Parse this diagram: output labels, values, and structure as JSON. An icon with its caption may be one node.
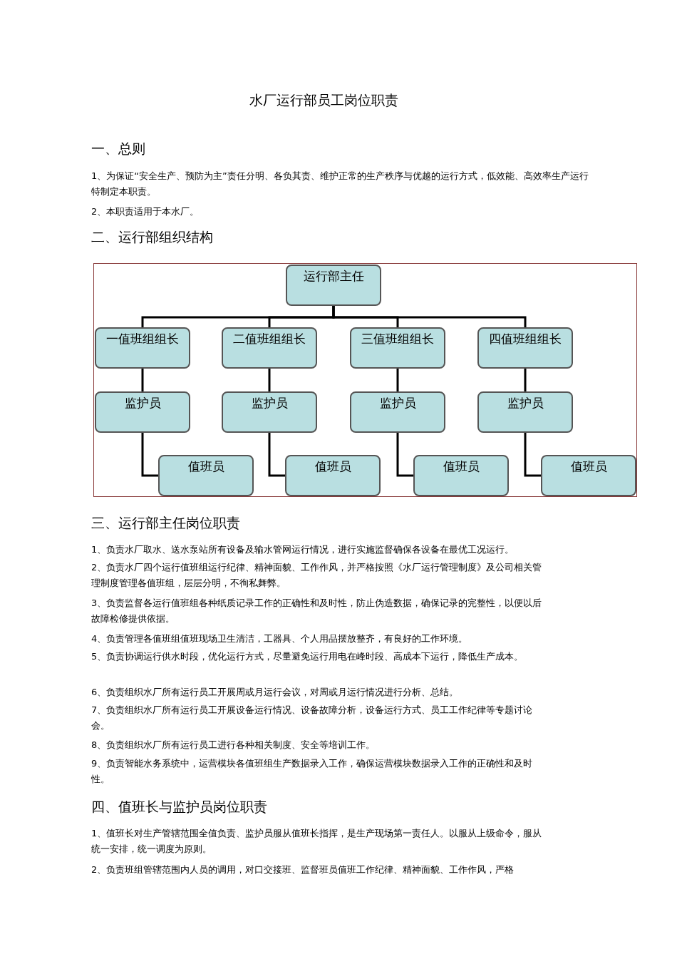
{
  "diagram": {
    "title": "水厂运行部员工岗位职责",
    "nodes": [
      {
        "text": [
          "运行部主任"
        ]
      },
      {
        "text": [
          "一值班组组长"
        ]
      },
      {
        "text": [
          "二值班组组长"
        ]
      },
      {
        "text": [
          "三值班组组长"
        ]
      },
      {
        "text": [
          "四值班组组长"
        ]
      },
      {
        "text": [
          "监护员"
        ]
      },
      {
        "text": [
          "监护员"
        ]
      },
      {
        "text": [
          "监护员"
        ]
      },
      {
        "text": [
          "监护员"
        ]
      },
      {
        "text": [
          "值班员"
        ]
      },
      {
        "text": [
          "值班员"
        ]
      },
      {
        "text": [
          "值班员"
        ]
      },
      {
        "text": [
          "值班员"
        ]
      }
    ],
    "edges": [
      {
        "from": 0,
        "to": 1,
        "arrow": "none"
      },
      {
        "from": 0,
        "to": 2,
        "arrow": "none"
      },
      {
        "from": 0,
        "to": 3,
        "arrow": "none"
      },
      {
        "from": 0,
        "to": 4,
        "arrow": "none"
      },
      {
        "from": 1,
        "to": 5,
        "arrow": "none"
      },
      {
        "from": 2,
        "to": 6,
        "arrow": "none"
      },
      {
        "from": 3,
        "to": 7,
        "arrow": "none"
      },
      {
        "from": 4,
        "to": 8,
        "arrow": "none"
      },
      {
        "from": 5,
        "to": 9,
        "arrow": "none"
      },
      {
        "from": 6,
        "to": 10,
        "arrow": "none"
      },
      {
        "from": 7,
        "to": 11,
        "arrow": "none"
      },
      {
        "from": 8,
        "to": 12,
        "arrow": "none"
      }
    ],
    "labels": [
      "一、总则",
      "1、为保证“安全生产、预防为主”责任分明、各负其责、维护正常的生产秩序与优越的运行方式，低效能、高效率生产运行特制定本职责。",
      "2、本职责适用于本水厂。",
      "二、运行部组织结构",
      "三、运行部主任岗位职责",
      "1、负责水厂取水、送水泵站所有设备及输水管网运行情况，进行实施监督确保各设备在最优工况运行。",
      "2、负责水厂四个运行值班组运行纪律、精神面貌、工作作风，并严格按照《水厂运行管理制度》及公司相关管理制度管理各值班组，层层分明，不徇私舞弊。",
      "3、负责监督各运行值班组各种纸质记录工作的正确性和及时性，防止伪造数据，确保记录的完整性，以便以后故障检修提供依据。",
      "4、负责管理各值班组值班现场卫生清洁，工器具、个人用品摆放整齐，有良好的工作环境。",
      "5、负责协调运行供水时段，优化运行方式，尽量避免运行用电在峰时段、高成本下运行，降低生产成本。",
      "6、负责组织水厂所有运行员工开展周或月运行会议，对周或月运行情况进行分析、总结。",
      "7、负责组织水厂所有运行员工开展设备运行情况、设备故障分析，设备运行方式、员工工作纪律等专题讨论会。",
      "8、负责组织水厂所有运行员工进行各种相关制度、安全等培训工作。",
      "9、负责智能水务系统中，运营模块各值班组生产数据录入工作，确保运营模块数据录入工作的正确性和及时性。",
      "四、值班长与监护员岗位职责",
      "1、值班长对生产管辖范围全值负责、监护员服从值班长指挥，是生产现场第一责任人。以服从上级命令，服从统一安排，统一调度为原则。",
      "2、负责班组管辖范围内人员的调用，对口交接班、监督班员值班工作纪律、精神面貌、工作作风，严格"
    ]
  }
}
